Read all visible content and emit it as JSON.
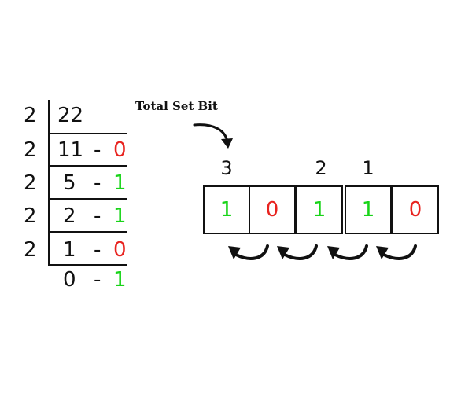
{
  "colors": {
    "one": "#18d418",
    "zero": "#e8231f",
    "ink": "#111111"
  },
  "division": {
    "divisor": "2",
    "dash": "-",
    "rows": [
      {
        "divisor": "2",
        "quotient": "22",
        "remainder": ""
      },
      {
        "divisor": "2",
        "quotient": "11",
        "remainder": "0"
      },
      {
        "divisor": "2",
        "quotient": "5",
        "remainder": "1"
      },
      {
        "divisor": "2",
        "quotient": "2",
        "remainder": "1"
      },
      {
        "divisor": "2",
        "quotient": "1",
        "remainder": "0"
      },
      {
        "divisor": "",
        "quotient": "0",
        "remainder": "1"
      }
    ]
  },
  "annotation": {
    "label": "Total Set Bit",
    "arrow_icon": "curved-arrow-down-icon"
  },
  "bits": {
    "values": [
      "1",
      "0",
      "1",
      "1",
      "0"
    ],
    "count_labels": [
      "3",
      "",
      "2",
      "1",
      ""
    ]
  },
  "return_arrows": {
    "icon": "curved-arrow-left-icon",
    "count": 4
  }
}
